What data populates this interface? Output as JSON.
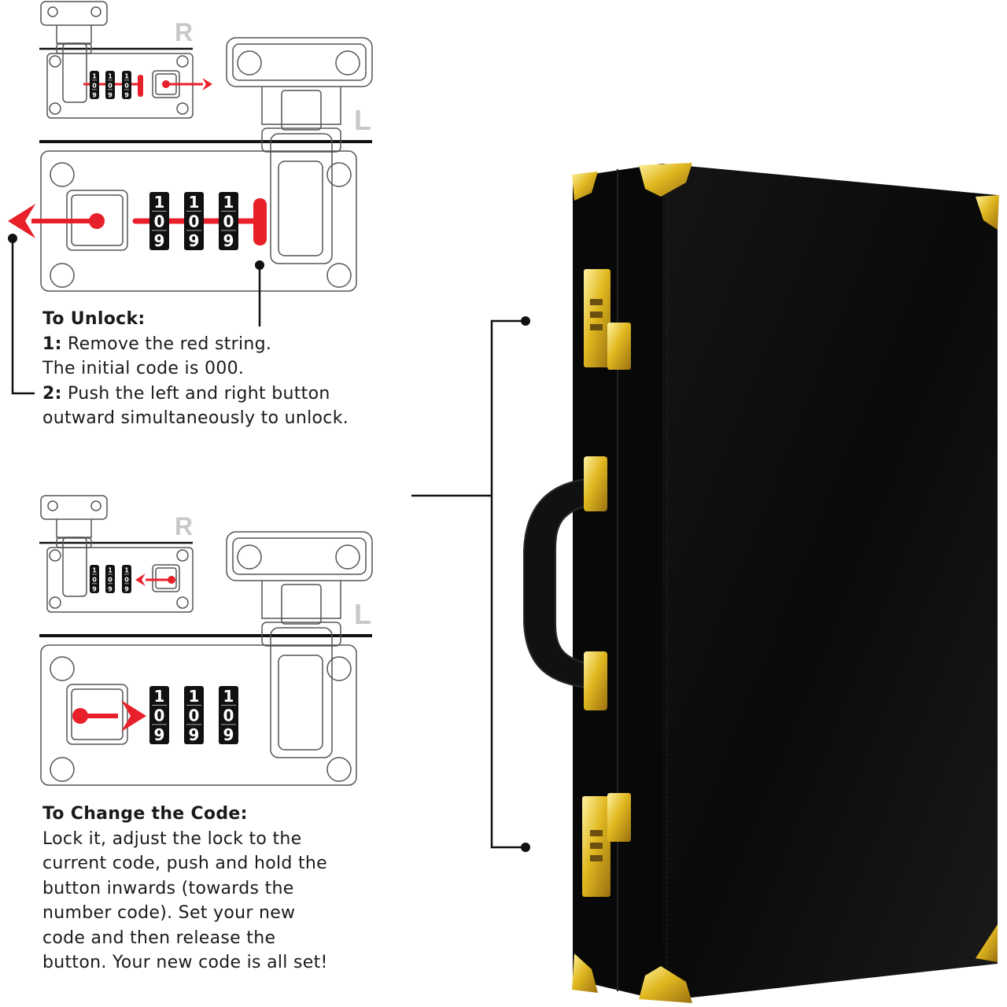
{
  "diagram_labels": {
    "right": "R",
    "left": "L",
    "wheel_digits": [
      "1",
      "0",
      "9"
    ]
  },
  "unlock": {
    "heading": "To Unlock:",
    "step1_num": "1:",
    "step1_text": "Remove the red string.",
    "step1_note": "The initial code is 000.",
    "step2_num": "2:",
    "step2_text": "Push the left and right button",
    "step2_text2": "outward simultaneously to unlock."
  },
  "change_code": {
    "heading": "To Change the Code:",
    "lines": [
      "Lock it, adjust the lock to the",
      "current code, push and hold the",
      "button inwards (towards the",
      "number code). Set your new",
      "code and then release the",
      "button. Your new code is all set!"
    ]
  },
  "colors": {
    "accent_red": "#e8202a",
    "gold": "#e0b820",
    "case": "#0d0d0d",
    "outline": "#555555"
  }
}
